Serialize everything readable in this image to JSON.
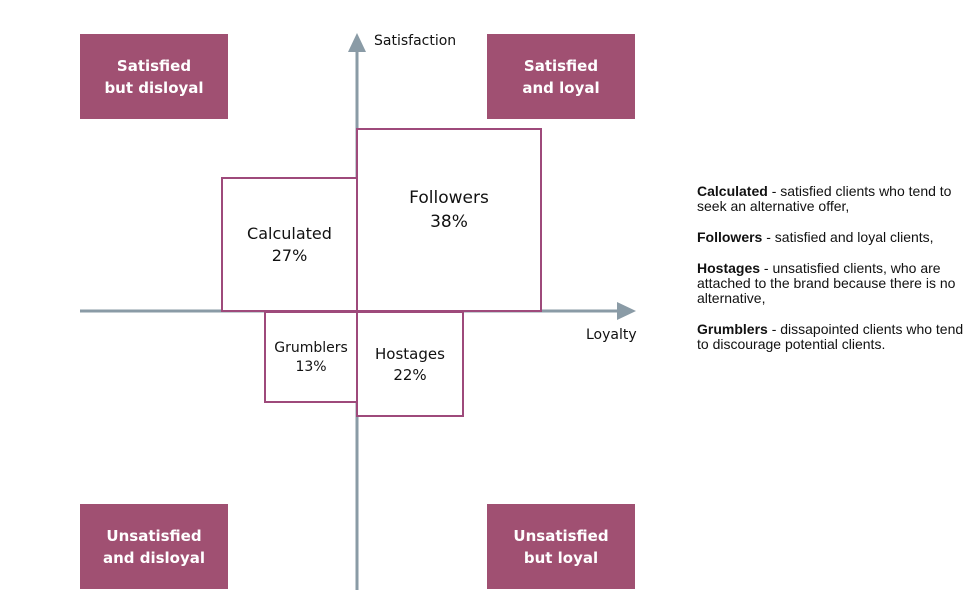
{
  "colors": {
    "corner_fill": "#a05072",
    "box_border": "#9e4a7b",
    "axis": "#8a9ba6"
  },
  "axes": {
    "y_label": "Satisfaction",
    "x_label": "Loyalty"
  },
  "corners": {
    "top_left": [
      "Satisfied",
      "but disloyal"
    ],
    "top_right": [
      "Satisfied",
      "and loyal"
    ],
    "bottom_left": [
      "Unsatisfied",
      "and disloyal"
    ],
    "bottom_right": [
      "Unsatisfied",
      "but loyal"
    ]
  },
  "segments": {
    "followers": {
      "name": "Followers",
      "pct": "38%"
    },
    "calculated": {
      "name": "Calculated",
      "pct": "27%"
    },
    "grumblers": {
      "name": "Grumblers",
      "pct": "13%"
    },
    "hostages": {
      "name": "Hostages",
      "pct": "22%"
    }
  },
  "legend": [
    {
      "term": "Calculated",
      "desc": " - satisfied clients who tend to seek an alternative offer,"
    },
    {
      "term": "Followers",
      "desc": " - satisfied and loyal clients,"
    },
    {
      "term": "Hostages",
      "desc": " - unsatisfied clients, who are attached to the brand because there is no alternative,"
    },
    {
      "term": "Grumblers",
      "desc": " - dissapointed clients who tend to discourage potential clients."
    }
  ]
}
